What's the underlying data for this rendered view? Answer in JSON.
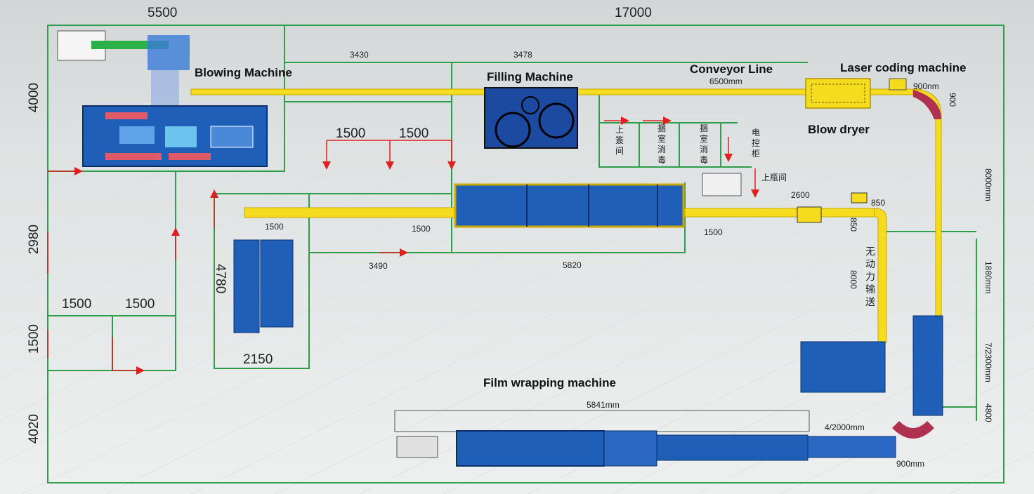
{
  "machines": {
    "blowing": "Blowing Machine",
    "filling": "Filling Machine",
    "conveyor": "Conveyor Line",
    "laser": "Laser coding machine",
    "dryer": "Blow dryer",
    "film": "Film wrapping machine"
  },
  "dimensions": {
    "top_5500": "5500",
    "top_17000": "17000",
    "left_4000": "4000",
    "left_2980": "2980",
    "left_1500": "1500",
    "left_4020": "4020",
    "d_3430": "3430",
    "d_3478": "3478",
    "d_6500mm": "6500mm",
    "d_900nm": "900nm",
    "d_900_right": "900",
    "d_1500_a": "1500",
    "d_1500_b": "1500",
    "d_1500_c": "1500",
    "d_1500_d": "1500",
    "d_1500_e": "1500",
    "d_1500_f": "1500",
    "d_1500_g": "1500",
    "d_3490": "3490",
    "d_5820": "5820",
    "d_2600": "2600",
    "d_850_a": "850",
    "d_850_b": "850",
    "d_8000": "8000",
    "d_8000mm": "8000mm",
    "d_1880mm": "1880mm",
    "d_7_2300mm": "7/2300mm",
    "d_4800": "4800",
    "d_4780": "4780",
    "d_2150": "2150",
    "d_5841mm": "5841mm",
    "d_4_2000mm": "4/2000mm",
    "d_900mm": "900mm"
  },
  "rooms": {
    "room1": "上\n簽\n间",
    "room2": "捆\n室\n消\n毒",
    "room3": "捆\n室\n消\n毒",
    "room4": "电\n控\n柜",
    "room5": "上瓶间",
    "conveyor_cn": "无\n动\n力\n输\n送"
  },
  "colors": {
    "wall": "#2e9e4a",
    "conveyor": "#f5dc1e",
    "machine": "#1f5fb8",
    "arrow": "#e02020"
  }
}
